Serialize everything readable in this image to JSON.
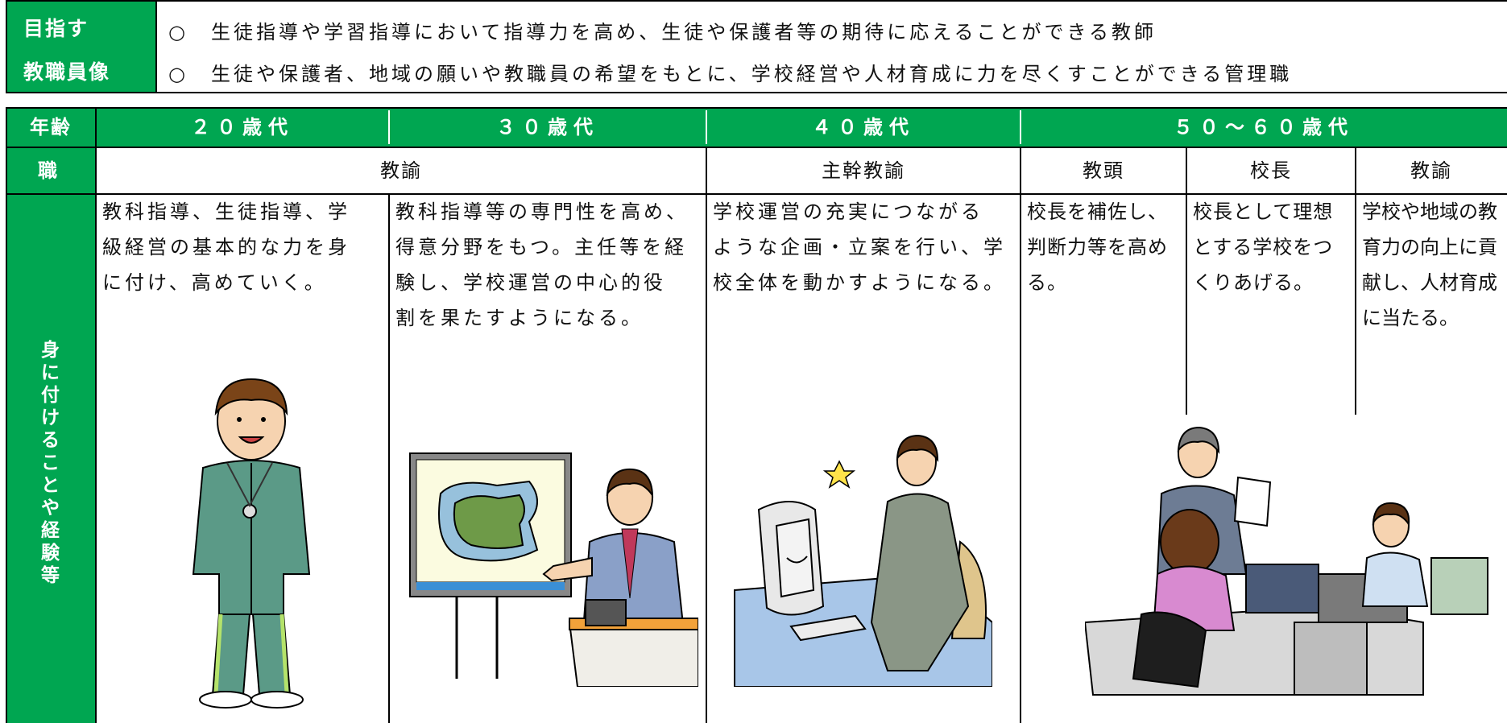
{
  "goal": {
    "label_line1": "目指す",
    "label_line2": "教職員像",
    "items": [
      "○　生徒指導や学習指導において指導力を高め、生徒や保護者等の期待に応えることができる教師",
      "○　生徒や保護者、地域の願いや教職員の希望をもとに、学校経営や人材育成に力を尽くすことができる管理職"
    ]
  },
  "table": {
    "age_label": "年齢",
    "ages": [
      "２０歳代",
      "３０歳代",
      "４０歳代",
      "５０～６０歳代"
    ],
    "position_label": "職",
    "positions": [
      "教諭",
      "主幹教諭",
      "教頭",
      "校長",
      "教諭"
    ],
    "skills_label": "身に付けることや経験等",
    "skills": [
      [
        "教科指導、生徒指導、学",
        "級経営の基本的な力を身",
        "に付け、高めていく。"
      ],
      [
        "教科指導等の専門性を高め、",
        "得意分野をもつ。主任等を経",
        "験し、学校運営の中心的役",
        "割を果たすようになる。"
      ],
      [
        "学校運営の充実につながる",
        "ような企画・立案を行い、学",
        "校全体を動かすようになる。"
      ],
      [
        "校長を補佐し、",
        "判断力等を高め",
        "る。"
      ],
      [
        "校長として理想",
        "とする学校をつ",
        "くりあげる。"
      ],
      [
        "学校や地域の教",
        "育力の向上に貢",
        "献し、人材育成",
        "に当たる。"
      ]
    ]
  },
  "illustrations": [
    "teacher-in-tracksuit",
    "teacher-presenting-at-screen",
    "teacher-thinking-at-computer",
    "staff-meeting-office"
  ],
  "colors": {
    "header_green": "#00a651"
  }
}
